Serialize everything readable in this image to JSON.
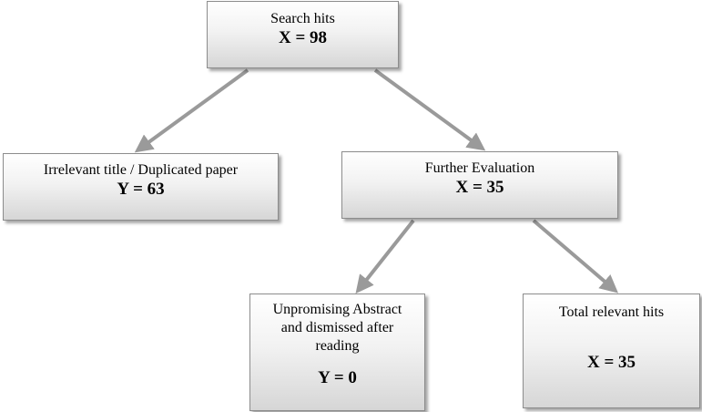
{
  "flowchart": {
    "search_hits": {
      "label": "Search hits",
      "value": "X = 98"
    },
    "irrelevant": {
      "label": "Irrelevant title / Duplicated paper",
      "value": "Y = 63"
    },
    "further_evaluation": {
      "label": "Further Evaluation",
      "value": "X = 35"
    },
    "unpromising": {
      "label_lines": [
        "Unpromising Abstract",
        "and dismissed after",
        "reading"
      ],
      "value": "Y = 0"
    },
    "total_relevant": {
      "label": "Total relevant hits",
      "value": "X = 35"
    }
  },
  "colors": {
    "arrow": "#9a9a9a",
    "box_border": "#8c8c8c",
    "box_gradient_top": "#ffffff",
    "box_gradient_bottom": "#d6d6d6"
  }
}
